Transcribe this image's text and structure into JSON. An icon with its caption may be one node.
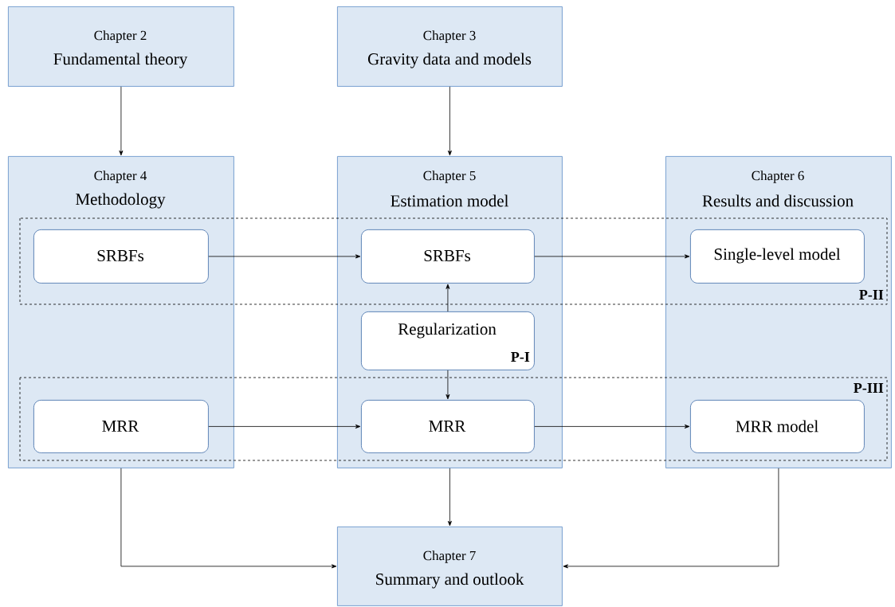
{
  "diagram": {
    "nodes": [
      {
        "text": [
          "Chapter 2",
          "Fundamental theory"
        ]
      },
      {
        "text": [
          "Chapter 3",
          "Gravity data and models"
        ]
      },
      {
        "text": [
          "Chapter 4",
          "Methodology"
        ]
      },
      {
        "text": [
          "Chapter 5",
          "Estimation model"
        ]
      },
      {
        "text": [
          "Chapter 6",
          "Results and discussion"
        ]
      },
      {
        "text": [
          "SRBFs"
        ],
        "in": 2
      },
      {
        "text": [
          "SRBFs"
        ],
        "in": 3
      },
      {
        "text": [
          "Single-level model"
        ],
        "in": 4
      },
      {
        "text": [
          "Regularization",
          "P-I"
        ],
        "in": 3
      },
      {
        "text": [
          "MRR"
        ],
        "in": 2
      },
      {
        "text": [
          "MRR"
        ],
        "in": 3
      },
      {
        "text": [
          "MRR model"
        ],
        "in": 4
      },
      {
        "text": [
          "Chapter 7",
          "Summary and outlook"
        ]
      }
    ],
    "edges": [
      {
        "from": 0,
        "to": 2,
        "arrow": "to"
      },
      {
        "from": 1,
        "to": 3,
        "arrow": "to"
      },
      {
        "from": 5,
        "to": 6,
        "arrow": "to"
      },
      {
        "from": 6,
        "to": 7,
        "arrow": "to"
      },
      {
        "from": 8,
        "to": 6,
        "arrow": "to"
      },
      {
        "from": 8,
        "to": 10,
        "arrow": "to"
      },
      {
        "from": 9,
        "to": 10,
        "arrow": "to"
      },
      {
        "from": 10,
        "to": 11,
        "arrow": "to"
      },
      {
        "from": 2,
        "to": 12,
        "arrow": "to"
      },
      {
        "from": 3,
        "to": 12,
        "arrow": "to"
      },
      {
        "from": 4,
        "to": 12,
        "arrow": "to"
      }
    ],
    "labels": [
      "P-II",
      "P-III"
    ]
  }
}
